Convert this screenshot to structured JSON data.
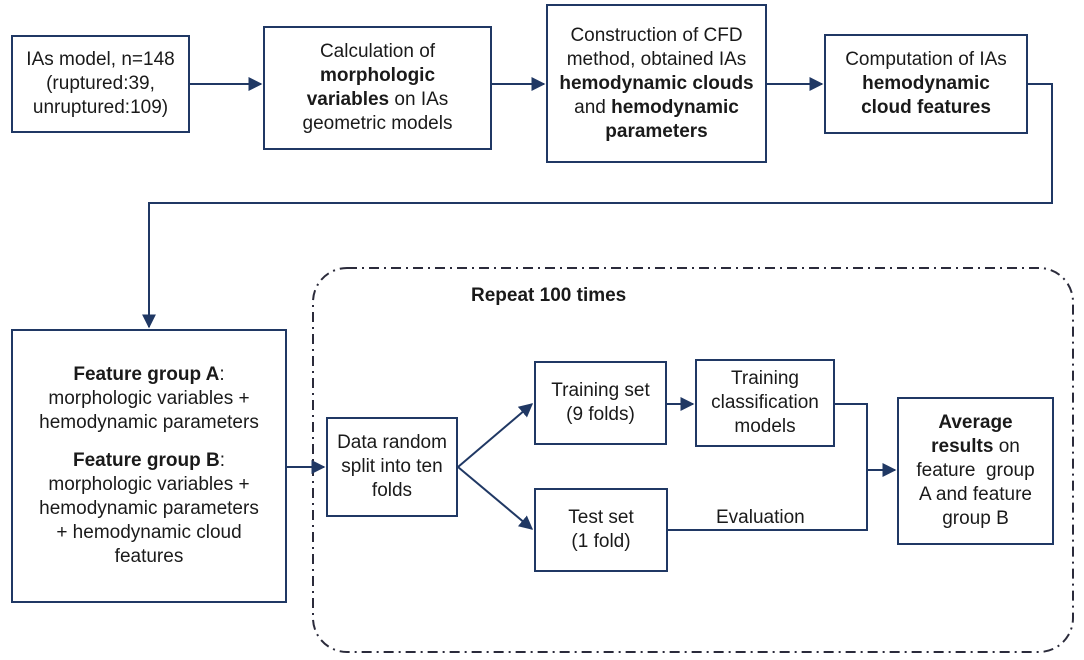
{
  "nodes": {
    "ias_model": {
      "lines": [
        [
          {
            "t": "IAs model, n=148"
          }
        ],
        [
          {
            "t": "(ruptured:39,"
          }
        ],
        [
          {
            "t": "unruptured:109)"
          }
        ]
      ]
    },
    "morphologic": {
      "lines": [
        [
          {
            "t": "Calculation of"
          }
        ],
        [
          {
            "t": "morphologic",
            "b": true
          }
        ],
        [
          {
            "t": "variables",
            "b": true
          },
          {
            "t": " on IAs"
          }
        ],
        [
          {
            "t": "geometric models"
          }
        ]
      ]
    },
    "cfd": {
      "lines": [
        [
          {
            "t": "Construction of CFD"
          }
        ],
        [
          {
            "t": "method, obtained IAs"
          }
        ],
        [
          {
            "t": "hemodynamic clouds",
            "b": true
          }
        ],
        [
          {
            "t": "and "
          },
          {
            "t": "hemodynamic",
            "b": true
          }
        ],
        [
          {
            "t": "parameters",
            "b": true
          }
        ]
      ]
    },
    "cloud_features": {
      "lines": [
        [
          {
            "t": "Computation of IAs"
          }
        ],
        [
          {
            "t": "hemodynamic",
            "b": true
          }
        ],
        [
          {
            "t": "cloud features",
            "b": true
          }
        ]
      ]
    },
    "feature_groups": {
      "lines": [
        [
          {
            "t": "Feature group A",
            "b": true
          },
          {
            "t": ":"
          }
        ],
        [
          {
            "t": "morphologic variables +"
          }
        ],
        [
          {
            "t": "hemodynamic parameters"
          }
        ],
        [
          {
            "gap": true
          }
        ],
        [
          {
            "t": "Feature group B",
            "b": true
          },
          {
            "t": ":"
          }
        ],
        [
          {
            "t": "morphologic variables +"
          }
        ],
        [
          {
            "t": "hemodynamic parameters"
          }
        ],
        [
          {
            "t": "+ hemodynamic cloud"
          }
        ],
        [
          {
            "t": "features"
          }
        ]
      ]
    },
    "data_split": {
      "lines": [
        [
          {
            "t": "Data random"
          }
        ],
        [
          {
            "t": "split into ten"
          }
        ],
        [
          {
            "t": "folds"
          }
        ]
      ]
    },
    "training_set": {
      "lines": [
        [
          {
            "t": "Training set"
          }
        ],
        [
          {
            "t": "(9 folds)"
          }
        ]
      ]
    },
    "training_models": {
      "lines": [
        [
          {
            "t": "Training"
          }
        ],
        [
          {
            "t": "classification"
          }
        ],
        [
          {
            "t": "models"
          }
        ]
      ]
    },
    "test_set": {
      "lines": [
        [
          {
            "t": "Test set"
          }
        ],
        [
          {
            "t": "(1 fold)"
          }
        ]
      ]
    },
    "average": {
      "lines": [
        [
          {
            "t": "Average",
            "b": true
          }
        ],
        [
          {
            "t": "results",
            "b": true
          },
          {
            "t": " on"
          }
        ],
        [
          {
            "t": "feature  group"
          }
        ],
        [
          {
            "t": "A and feature"
          }
        ],
        [
          {
            "t": "group B"
          }
        ]
      ]
    }
  },
  "labels": {
    "repeat": "Repeat 100 times",
    "evaluation": "Evaluation"
  },
  "colors": {
    "border": "#203864",
    "arrow": "#203864",
    "dashed_frame": "#2b2b3b"
  }
}
